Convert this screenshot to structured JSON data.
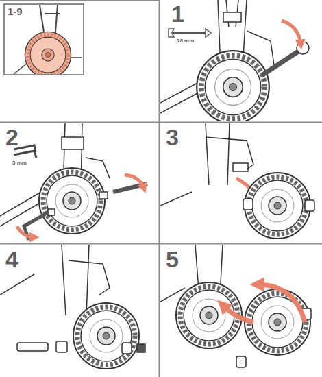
{
  "diagram": {
    "nodes": [
      {
        "text": [
          "1-9"
        ]
      }
    ],
    "labels": [
      "1",
      "18 mm",
      "2",
      "5 mm",
      "3",
      "4",
      "5"
    ]
  }
}
